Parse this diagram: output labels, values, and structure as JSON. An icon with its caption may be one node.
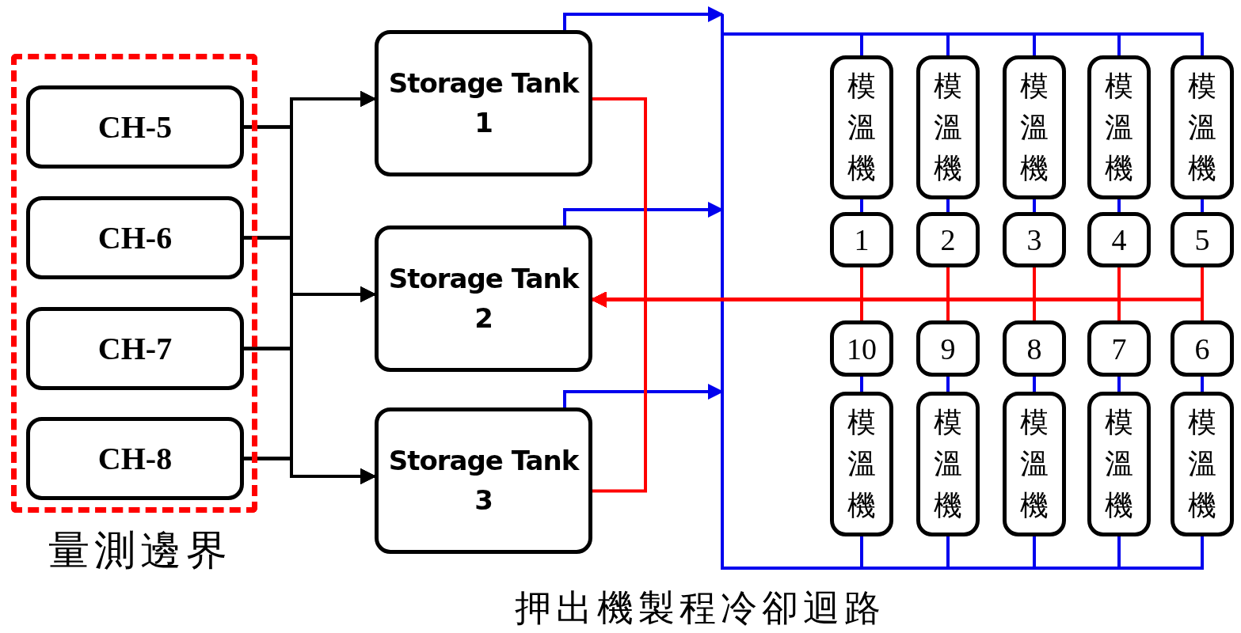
{
  "diagram": {
    "caption": "押出機製程冷卻迴路",
    "nodes": [
      {
        "text": [
          "量測邊界"
        ]
      },
      {
        "text": [
          "CH-5"
        ],
        "in": 0
      },
      {
        "text": [
          "CH-6"
        ],
        "in": 0
      },
      {
        "text": [
          "CH-7"
        ],
        "in": 0
      },
      {
        "text": [
          "CH-8"
        ],
        "in": 0
      },
      {
        "text": [
          "Storage Tank 1"
        ]
      },
      {
        "text": [
          "Storage Tank 2"
        ]
      },
      {
        "text": [
          "Storage Tank 3"
        ]
      },
      {
        "text": [
          "模溫機"
        ]
      },
      {
        "text": [
          "模溫機"
        ]
      },
      {
        "text": [
          "模溫機"
        ]
      },
      {
        "text": [
          "模溫機"
        ]
      },
      {
        "text": [
          "模溫機"
        ]
      },
      {
        "text": [
          "1"
        ]
      },
      {
        "text": [
          "2"
        ]
      },
      {
        "text": [
          "3"
        ]
      },
      {
        "text": [
          "4"
        ]
      },
      {
        "text": [
          "5"
        ]
      },
      {
        "text": [
          "10"
        ]
      },
      {
        "text": [
          "9"
        ]
      },
      {
        "text": [
          "8"
        ]
      },
      {
        "text": [
          "7"
        ]
      },
      {
        "text": [
          "6"
        ]
      },
      {
        "text": [
          "模溫機"
        ]
      },
      {
        "text": [
          "模溫機"
        ]
      },
      {
        "text": [
          "模溫機"
        ]
      },
      {
        "text": [
          "模溫機"
        ]
      },
      {
        "text": [
          "模溫機"
        ]
      }
    ],
    "edges": [
      {
        "from": 1,
        "to": 5,
        "arrow": "to",
        "color": "#000000"
      },
      {
        "from": 1,
        "to": 6,
        "arrow": "to",
        "color": "#000000"
      },
      {
        "from": 1,
        "to": 7,
        "arrow": "to",
        "color": "#000000"
      },
      {
        "from": 2,
        "to": 5,
        "arrow": "to",
        "color": "#000000"
      },
      {
        "from": 2,
        "to": 6,
        "arrow": "to",
        "color": "#000000"
      },
      {
        "from": 2,
        "to": 7,
        "arrow": "to",
        "color": "#000000"
      },
      {
        "from": 3,
        "to": 5,
        "arrow": "to",
        "color": "#000000"
      },
      {
        "from": 3,
        "to": 6,
        "arrow": "to",
        "color": "#000000"
      },
      {
        "from": 3,
        "to": 7,
        "arrow": "to",
        "color": "#000000"
      },
      {
        "from": 4,
        "to": 5,
        "arrow": "to",
        "color": "#000000"
      },
      {
        "from": 4,
        "to": 6,
        "arrow": "to",
        "color": "#000000"
      },
      {
        "from": 4,
        "to": 7,
        "arrow": "to",
        "color": "#000000"
      },
      {
        "from": 5,
        "to": null,
        "arrow": "to"
      },
      {
        "from": 6,
        "to": null,
        "arrow": "to"
      },
      {
        "from": 7,
        "to": null,
        "arrow": "to"
      },
      {
        "from": null,
        "to": 8,
        "arrow": "none"
      },
      {
        "from": null,
        "to": 9,
        "arrow": "none"
      },
      {
        "from": null,
        "to": 10,
        "arrow": "none"
      },
      {
        "from": null,
        "to": 11,
        "arrow": "none"
      },
      {
        "from": null,
        "to": 12,
        "arrow": "none"
      },
      {
        "from": 8,
        "to": 13,
        "arrow": "none"
      },
      {
        "from": 9,
        "to": 14,
        "arrow": "none"
      },
      {
        "from": 10,
        "to": 15,
        "arrow": "none"
      },
      {
        "from": 11,
        "to": 16,
        "arrow": "none"
      },
      {
        "from": 12,
        "to": 17,
        "arrow": "none"
      },
      {
        "from": 18,
        "to": 23,
        "arrow": "none"
      },
      {
        "from": 19,
        "to": 24,
        "arrow": "none"
      },
      {
        "from": 20,
        "to": 25,
        "arrow": "none"
      },
      {
        "from": 21,
        "to": 26,
        "arrow": "none"
      },
      {
        "from": 22,
        "to": 27,
        "arrow": "none"
      },
      {
        "from": null,
        "to": 23,
        "arrow": "none"
      },
      {
        "from": null,
        "to": 24,
        "arrow": "none"
      },
      {
        "from": null,
        "to": 25,
        "arrow": "none"
      },
      {
        "from": null,
        "to": 26,
        "arrow": "none"
      },
      {
        "from": null,
        "to": 27,
        "arrow": "none"
      },
      {
        "from": 13,
        "to": 6,
        "arrow": "to",
        "color": "#ff0000"
      },
      {
        "from": 14,
        "to": 6,
        "arrow": "to",
        "color": "#ff0000"
      },
      {
        "from": 15,
        "to": 6,
        "arrow": "to",
        "color": "#ff0000"
      },
      {
        "from": 16,
        "to": 6,
        "arrow": "to",
        "color": "#ff0000"
      },
      {
        "from": 17,
        "to": 6,
        "arrow": "to",
        "color": "#ff0000"
      },
      {
        "from": 18,
        "to": 6,
        "arrow": "to",
        "color": "#ff0000"
      },
      {
        "from": 19,
        "to": 6,
        "arrow": "to",
        "color": "#ff0000"
      },
      {
        "from": 20,
        "to": 6,
        "arrow": "to",
        "color": "#ff0000"
      },
      {
        "from": 21,
        "to": 6,
        "arrow": "to",
        "color": "#ff0000"
      },
      {
        "from": 22,
        "to": 6,
        "arrow": "to",
        "color": "#ff0000"
      },
      {
        "from": 5,
        "to": 7,
        "arrow": "none",
        "color": "#ff0000"
      }
    ]
  }
}
